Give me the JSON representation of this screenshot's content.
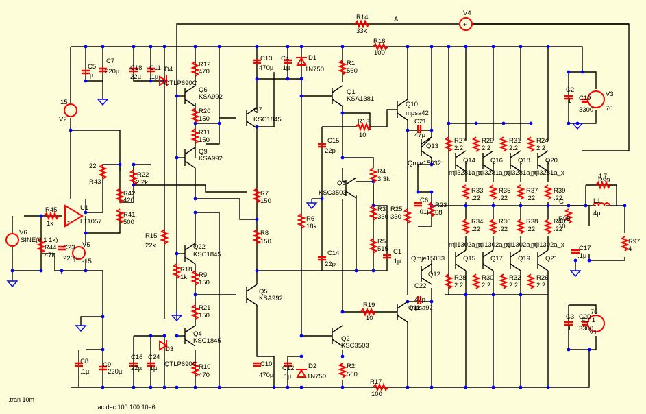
{
  "directives": {
    "tran": ".tran 10m",
    "ac": ".ac dec 100 100 10e6"
  },
  "net_labels": {
    "a": "A",
    "c": "C"
  },
  "resistors": [
    {
      "ref": "R14",
      "value": "33k"
    },
    {
      "ref": "R16",
      "value": "100"
    },
    {
      "ref": "R17",
      "value": "100"
    },
    {
      "ref": "R12",
      "value": "470"
    },
    {
      "ref": "R20",
      "value": "150"
    },
    {
      "ref": "R11",
      "value": "150"
    },
    {
      "ref": "R22",
      "value": "2.2k"
    },
    {
      "ref": "R43",
      "value": "22"
    },
    {
      "ref": "R42",
      "value": "420"
    },
    {
      "ref": "R41",
      "value": "500"
    },
    {
      "ref": "R45",
      "value": "1k"
    },
    {
      "ref": "R44",
      "value": "47k"
    },
    {
      "ref": "R15",
      "value": "22k"
    },
    {
      "ref": "R18",
      "value": "1k"
    },
    {
      "ref": "R9",
      "value": "150"
    },
    {
      "ref": "R21",
      "value": "150"
    },
    {
      "ref": "R10",
      "value": "470"
    },
    {
      "ref": "R7",
      "value": "150"
    },
    {
      "ref": "R8",
      "value": "150"
    },
    {
      "ref": "R1",
      "value": "560"
    },
    {
      "ref": "R2",
      "value": "560"
    },
    {
      "ref": "R6",
      "value": "18k"
    },
    {
      "ref": "R13",
      "value": "10"
    },
    {
      "ref": "R19",
      "value": "10"
    },
    {
      "ref": "R4",
      "value": "3.3k"
    },
    {
      "ref": "R3",
      "value": "330"
    },
    {
      "ref": "R5",
      "value": "515"
    },
    {
      "ref": "R25",
      "value": "330"
    },
    {
      "ref": "R23",
      "value": "68"
    },
    {
      "ref": "R27",
      "value": "2.2"
    },
    {
      "ref": "R29",
      "value": "2.2"
    },
    {
      "ref": "R31",
      "value": "2.2"
    },
    {
      "ref": "R24",
      "value": "2.2"
    },
    {
      "ref": "R33",
      "value": ".22"
    },
    {
      "ref": "R35",
      "value": ".22"
    },
    {
      "ref": "R37",
      "value": ".22"
    },
    {
      "ref": "R39",
      "value": ".22"
    },
    {
      "ref": "R34",
      "value": ".22"
    },
    {
      "ref": "R36",
      "value": ".22"
    },
    {
      "ref": "R38",
      "value": ".22"
    },
    {
      "ref": "R40",
      "value": ".22"
    },
    {
      "ref": "R28",
      "value": "2.2"
    },
    {
      "ref": "R30",
      "value": "2.2"
    },
    {
      "ref": "R32",
      "value": "2.2"
    },
    {
      "ref": "R26",
      "value": "2.2"
    },
    {
      "ref": "R98",
      "value": "10"
    },
    {
      "ref": "R99",
      "value": "4.7"
    },
    {
      "ref": "R97",
      "value": "4"
    }
  ],
  "capacitors": [
    {
      "ref": "C5",
      "value": ".1µ"
    },
    {
      "ref": "C7",
      "value": "220µ"
    },
    {
      "ref": "C18",
      "value": "22µ"
    },
    {
      "ref": "C11",
      "value": ".1µ"
    },
    {
      "ref": "C13",
      "value": "470µ"
    },
    {
      "ref": "C4",
      "value": ".1µ"
    },
    {
      "ref": "C23",
      "value": "220µ"
    },
    {
      "ref": "C8",
      "value": ".1µ"
    },
    {
      "ref": "C9",
      "value": "220µ"
    },
    {
      "ref": "C16",
      "value": "22µ"
    },
    {
      "ref": "C24",
      "value": ".1µ"
    },
    {
      "ref": "C10",
      "value": "470µ"
    },
    {
      "ref": "C12",
      "value": ".1µ"
    },
    {
      "ref": "C15",
      "value": "22p"
    },
    {
      "ref": "C14",
      "value": "22p"
    },
    {
      "ref": "C1",
      "value": ".1µ"
    },
    {
      "ref": "C21",
      "value": "47p"
    },
    {
      "ref": "C22",
      "value": "47p"
    },
    {
      "ref": "C6",
      "value": ".01µ"
    },
    {
      "ref": "C2",
      "value": ".1"
    },
    {
      "ref": "C19",
      "value": "3300"
    },
    {
      "ref": "C3",
      "value": ".1"
    },
    {
      "ref": "C20",
      "value": "3300"
    },
    {
      "ref": "C17",
      "value": ".1µ"
    }
  ],
  "transistors": [
    {
      "ref": "Q6",
      "part": "KSA992"
    },
    {
      "ref": "Q9",
      "part": "KSA992"
    },
    {
      "ref": "Q7",
      "part": "KSC1845"
    },
    {
      "ref": "Q22",
      "part": "KSC1845"
    },
    {
      "ref": "Q5",
      "part": "KSA992"
    },
    {
      "ref": "Q4",
      "part": "KSC1845"
    },
    {
      "ref": "Q1",
      "part": "KSA1381"
    },
    {
      "ref": "Q2",
      "part": "KSC3503"
    },
    {
      "ref": "Q3",
      "part": "KSC3503"
    },
    {
      "ref": "Q10",
      "part": "mpsa42"
    },
    {
      "ref": "Q11",
      "part": "mpsa92"
    },
    {
      "ref": "Q13",
      "part": "Qmje15032"
    },
    {
      "ref": "Q12",
      "part": "Qmje15033"
    },
    {
      "ref": "Q14",
      "part": "mjl3281a_x"
    },
    {
      "ref": "Q16",
      "part": "mjl3281a_x"
    },
    {
      "ref": "Q18",
      "part": "mjl3281a_x"
    },
    {
      "ref": "Q20",
      "part": "mjl3281a_x"
    },
    {
      "ref": "Q15",
      "part": "mjl1302a_x"
    },
    {
      "ref": "Q17",
      "part": "mjl1302a_x"
    },
    {
      "ref": "Q19",
      "part": "mjl1302a_x"
    },
    {
      "ref": "Q21",
      "part": "mjl1302a_x"
    }
  ],
  "diodes": [
    {
      "ref": "D4",
      "part": "QTLP690C"
    },
    {
      "ref": "D3",
      "part": "QTLP690C"
    },
    {
      "ref": "D1",
      "part": "1N750"
    },
    {
      "ref": "D2",
      "part": "1N750"
    }
  ],
  "sources": [
    {
      "ref": "V2",
      "value": "15"
    },
    {
      "ref": "V5",
      "value": "-15"
    },
    {
      "ref": "V6",
      "value": "SINE(0 1 1k)"
    },
    {
      "ref": "V4",
      "value": ""
    },
    {
      "ref": "V3",
      "value": "70"
    },
    {
      "ref": "V1",
      "value": "70",
      "spec": "AC 1"
    }
  ],
  "opamp": {
    "ref": "U1",
    "part": "LT1057"
  },
  "inductor": {
    "ref": "L1",
    "value": "4µ"
  }
}
